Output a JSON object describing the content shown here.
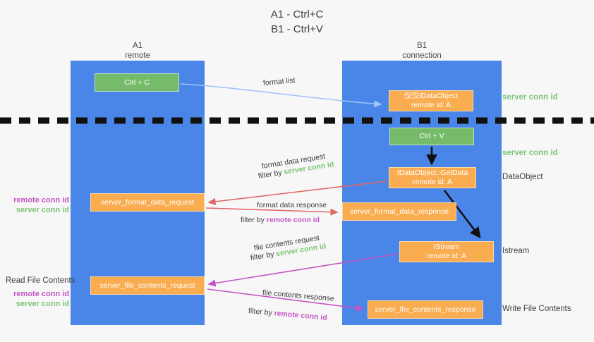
{
  "title": "A1 - Ctrl+C\nB1 - Ctrl+V",
  "columns": {
    "left": "A1\nremote",
    "right": "B1\nconnection"
  },
  "colors": {
    "lane": "#4a86e8",
    "box_orange": "#f9ad50",
    "box_green": "#76bb6a",
    "server_conn_id": "#7cc576",
    "remote_conn_id": "#c455c4",
    "arrow_blue": "#9fc5f8",
    "arrow_red": "#e06666",
    "arrow_magenta": "#c455c4",
    "arrow_black": "#000000",
    "background": "#f7f7f7"
  },
  "boxes": {
    "ctrl_c": "Ctrl + C",
    "idataobject": "仅仅IDataObject\nremote id: A",
    "ctrl_v": "Ctrl + V",
    "getdata": "IDataObject::GetData\nremote id: A",
    "server_format_data_request": "server_format_data_request",
    "server_format_data_response": "server_format_data_response",
    "istream": "IStream\nremote id: A",
    "server_file_contents_request": "server_file_contents_request",
    "server_file_contents_response": "server_file_contents_response"
  },
  "side_labels": {
    "server_conn_id_top": "server conn id",
    "server_conn_id_mid": "server conn id",
    "dataobject": "DataObject",
    "istream": "Istream",
    "write_file_contents": "Write File Contents",
    "read_file_contents": "Read File Contents",
    "remote_conn_id": "remote conn id",
    "server_conn_id": "server conn id"
  },
  "arrow_captions": {
    "format_list": "format list",
    "format_data_request": "format data request",
    "filter_by": "filter by ",
    "filter_server": "server conn id",
    "filter_remote": "remote conn id",
    "format_data_response": "format data response",
    "file_contents_request": "file contents request",
    "file_contents_response": "file contents response"
  }
}
